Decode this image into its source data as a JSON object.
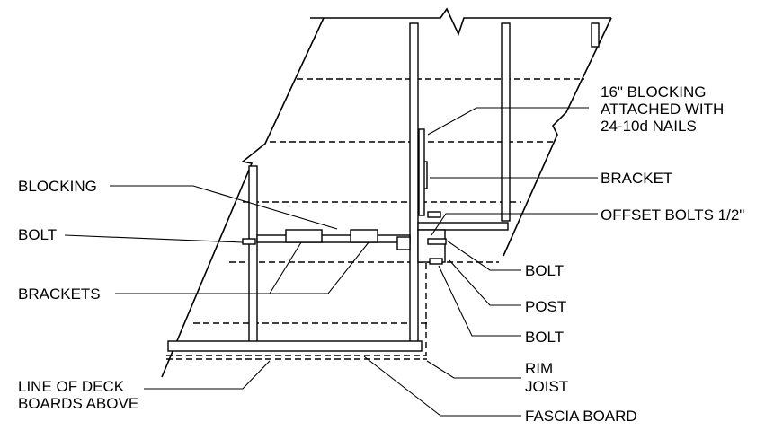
{
  "labels": {
    "blocking_16": [
      "16\" BLOCKING",
      "ATTACHED WITH",
      "24-10d NAILS"
    ],
    "bracket": "BRACKET",
    "offset_bolts": "OFFSET BOLTS 1/2\"",
    "blocking": "BLOCKING",
    "bolt_left": "BOLT",
    "brackets": "BRACKETS",
    "bolt_right_upper": "BOLT",
    "post": "POST",
    "bolt_right_lower": "BOLT",
    "rim_joist": [
      "RIM",
      "JOIST"
    ],
    "line_of_deck": [
      "LINE OF DECK",
      "BOARDS ABOVE"
    ],
    "fascia_board": "FASCIA BOARD"
  }
}
